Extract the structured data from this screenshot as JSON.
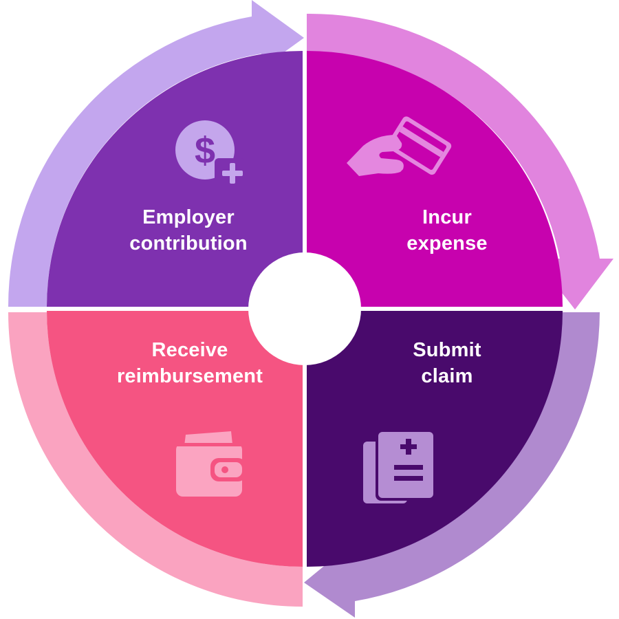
{
  "colors": {
    "employer_segment": "#7E31AF",
    "employer_arrow": "#C3A6EE",
    "expense_segment": "#C702AE",
    "expense_arrow": "#E184DE",
    "claim_segment": "#490A6C",
    "claim_arrow": "#B08ACF",
    "reimburse_segment": "#F55482",
    "reimburse_arrow": "#FAA3C0",
    "icon_employer": "#C4A6EC",
    "icon_expense": "#E487DF",
    "icon_claim": "#B58DD3",
    "icon_reimburse": "#FBA4C1",
    "hub": "#FFFFFF"
  },
  "stages": {
    "employer": {
      "line1": "Employer",
      "line2": "contribution",
      "icon": "dollar-plus-icon"
    },
    "expense": {
      "line1": "Incur",
      "line2": "expense",
      "icon": "hand-card-icon"
    },
    "claim": {
      "line1": "Submit",
      "line2": "claim",
      "icon": "documents-icon"
    },
    "reimburse": {
      "line1": "Receive",
      "line2": "reimbursement",
      "icon": "wallet-icon"
    }
  }
}
